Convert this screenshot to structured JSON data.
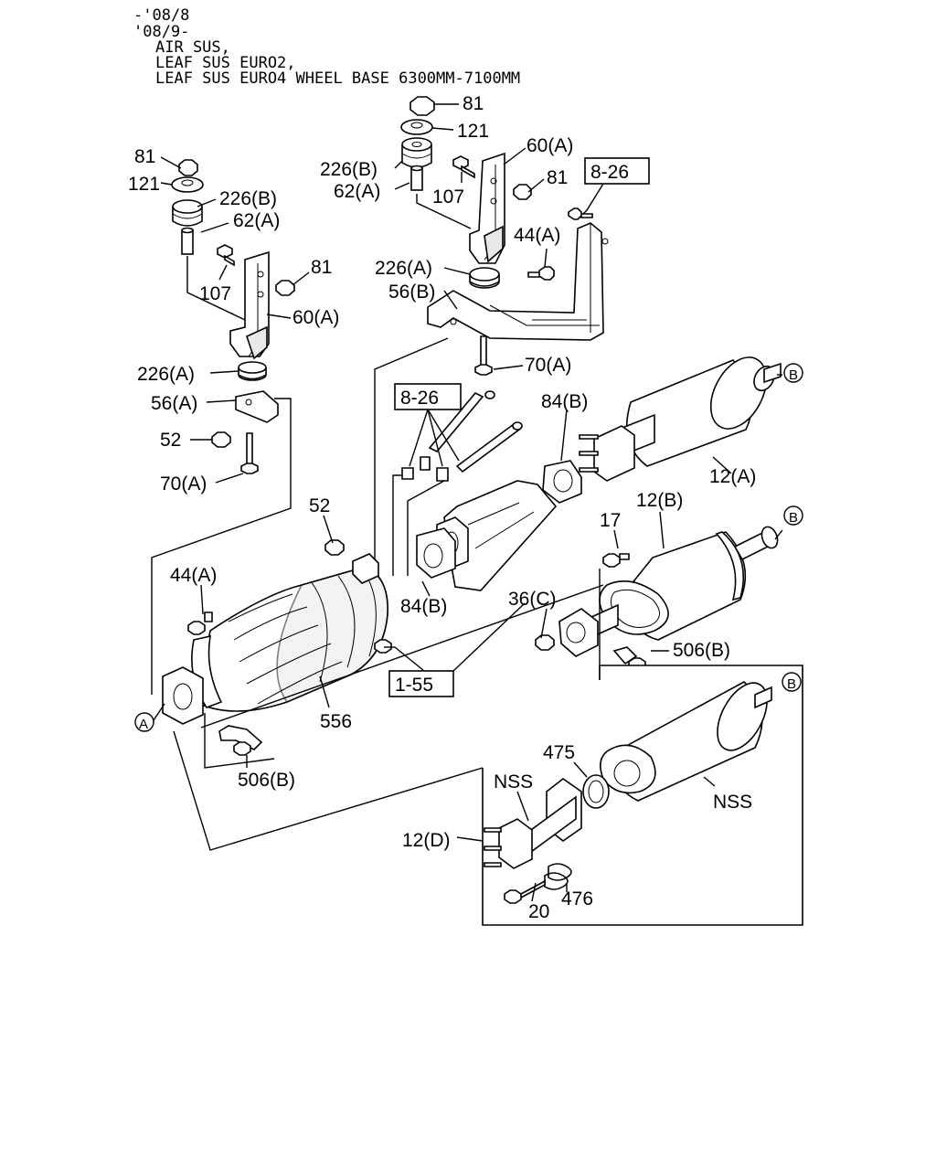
{
  "header": {
    "lines": [
      "-'08/8",
      "'08/9-",
      "AIR SUS,",
      "LEAF SUS EURO2,",
      "LEAF SUS EURO4 WHEEL BASE 6300MM-7100MM"
    ]
  },
  "labels": {
    "p81_top": "81",
    "p121_top": "121",
    "p226b_top": "226(B)",
    "p62a_top": "62(A)",
    "p107_top": "107",
    "p60a_top": "60(A)",
    "p81_topb": "81",
    "ref_826_top": "8-26",
    "p44a_top": "44(A)",
    "p226a_mid": "226(A)",
    "p56b": "56(B)",
    "p70a_mid": "70(A)",
    "p81_left": "81",
    "p121_left": "121",
    "p226b_left": "226(B)",
    "p62a_left": "62(A)",
    "p107_left": "107",
    "p81_leftb": "81",
    "p60a_left": "60(A)",
    "p226a_left": "226(A)",
    "p56a": "56(A)",
    "p52_left": "52",
    "p70a_left": "70(A)",
    "ref_826_mid": "8-26",
    "p84b_top": "84(B)",
    "p12a": "12(A)",
    "p52_mid": "52",
    "p44a_left": "44(A)",
    "p84b_mid": "84(B)",
    "p17": "17",
    "p12b": "12(B)",
    "p36c": "36(C)",
    "p506b_right": "506(B)",
    "ref_155": "1-55",
    "p556": "556",
    "p506b_left": "506(B)",
    "nss_left": "NSS",
    "p475": "475",
    "nss_right": "NSS",
    "p12d": "12(D)",
    "p20": "20",
    "p476": "476"
  },
  "markers": {
    "a": "A",
    "b1": "B",
    "b2": "B",
    "b3": "B"
  }
}
